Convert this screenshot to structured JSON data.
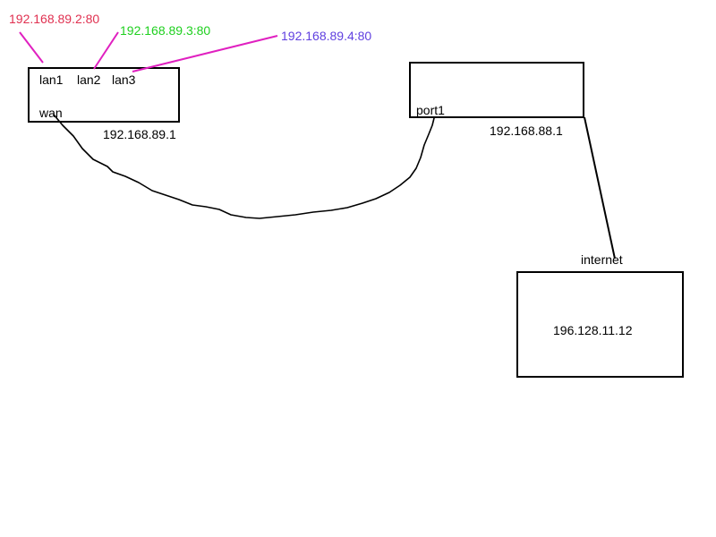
{
  "colors": {
    "background": "#ffffff",
    "box_stroke": "#000000",
    "cable": "#000000",
    "lan_links": "#e020c0",
    "lan1_host_text": "#e03050",
    "lan2_host_text": "#20d020",
    "lan3_host_text": "#6040e0",
    "text": "#000000"
  },
  "hosts": {
    "lan1": "192.168.89.2:80",
    "lan2": "192.168.89.3:80",
    "lan3": "192.168.89.4:80"
  },
  "router_a": {
    "ports": {
      "lan1": "lan1",
      "lan2": "lan2",
      "lan3": "lan3",
      "wan": "wan"
    },
    "ip": "192.168.89.1"
  },
  "router_b": {
    "port": "port1",
    "ip": "192.168.88.1"
  },
  "internet": {
    "label": "internet",
    "ip": "196.128.11.12"
  }
}
